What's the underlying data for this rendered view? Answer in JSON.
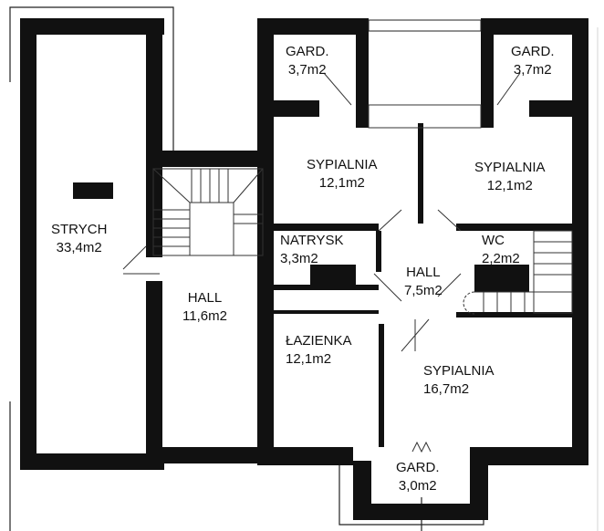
{
  "rooms": [
    {
      "id": "strych",
      "name": "STRYCH",
      "area": "33,4m2"
    },
    {
      "id": "hall-left",
      "name": "HALL",
      "area": "11,6m2"
    },
    {
      "id": "gard-top-left",
      "name": "GARD.",
      "area": "3,7m2"
    },
    {
      "id": "gard-top-right",
      "name": "GARD.",
      "area": "3,7m2"
    },
    {
      "id": "sypialnia-left",
      "name": "SYPIALNIA",
      "area": "12,1m2"
    },
    {
      "id": "sypialnia-right",
      "name": "SYPIALNIA",
      "area": "12,1m2"
    },
    {
      "id": "natrysk",
      "name": "NATRYSK",
      "area": "3,3m2"
    },
    {
      "id": "hall-center",
      "name": "HALL",
      "area": "7,5m2"
    },
    {
      "id": "wc",
      "name": "WC",
      "area": "2,2m2"
    },
    {
      "id": "lazienka",
      "name": "ŁAZIENKA",
      "area": "12,1m2"
    },
    {
      "id": "sypialnia-bottom",
      "name": "SYPIALNIA",
      "area": "16,7m2"
    },
    {
      "id": "gard-bottom",
      "name": "GARD.",
      "area": "3,0m2"
    }
  ],
  "colors": {
    "wall": "#111111",
    "background": "#ffffff"
  }
}
